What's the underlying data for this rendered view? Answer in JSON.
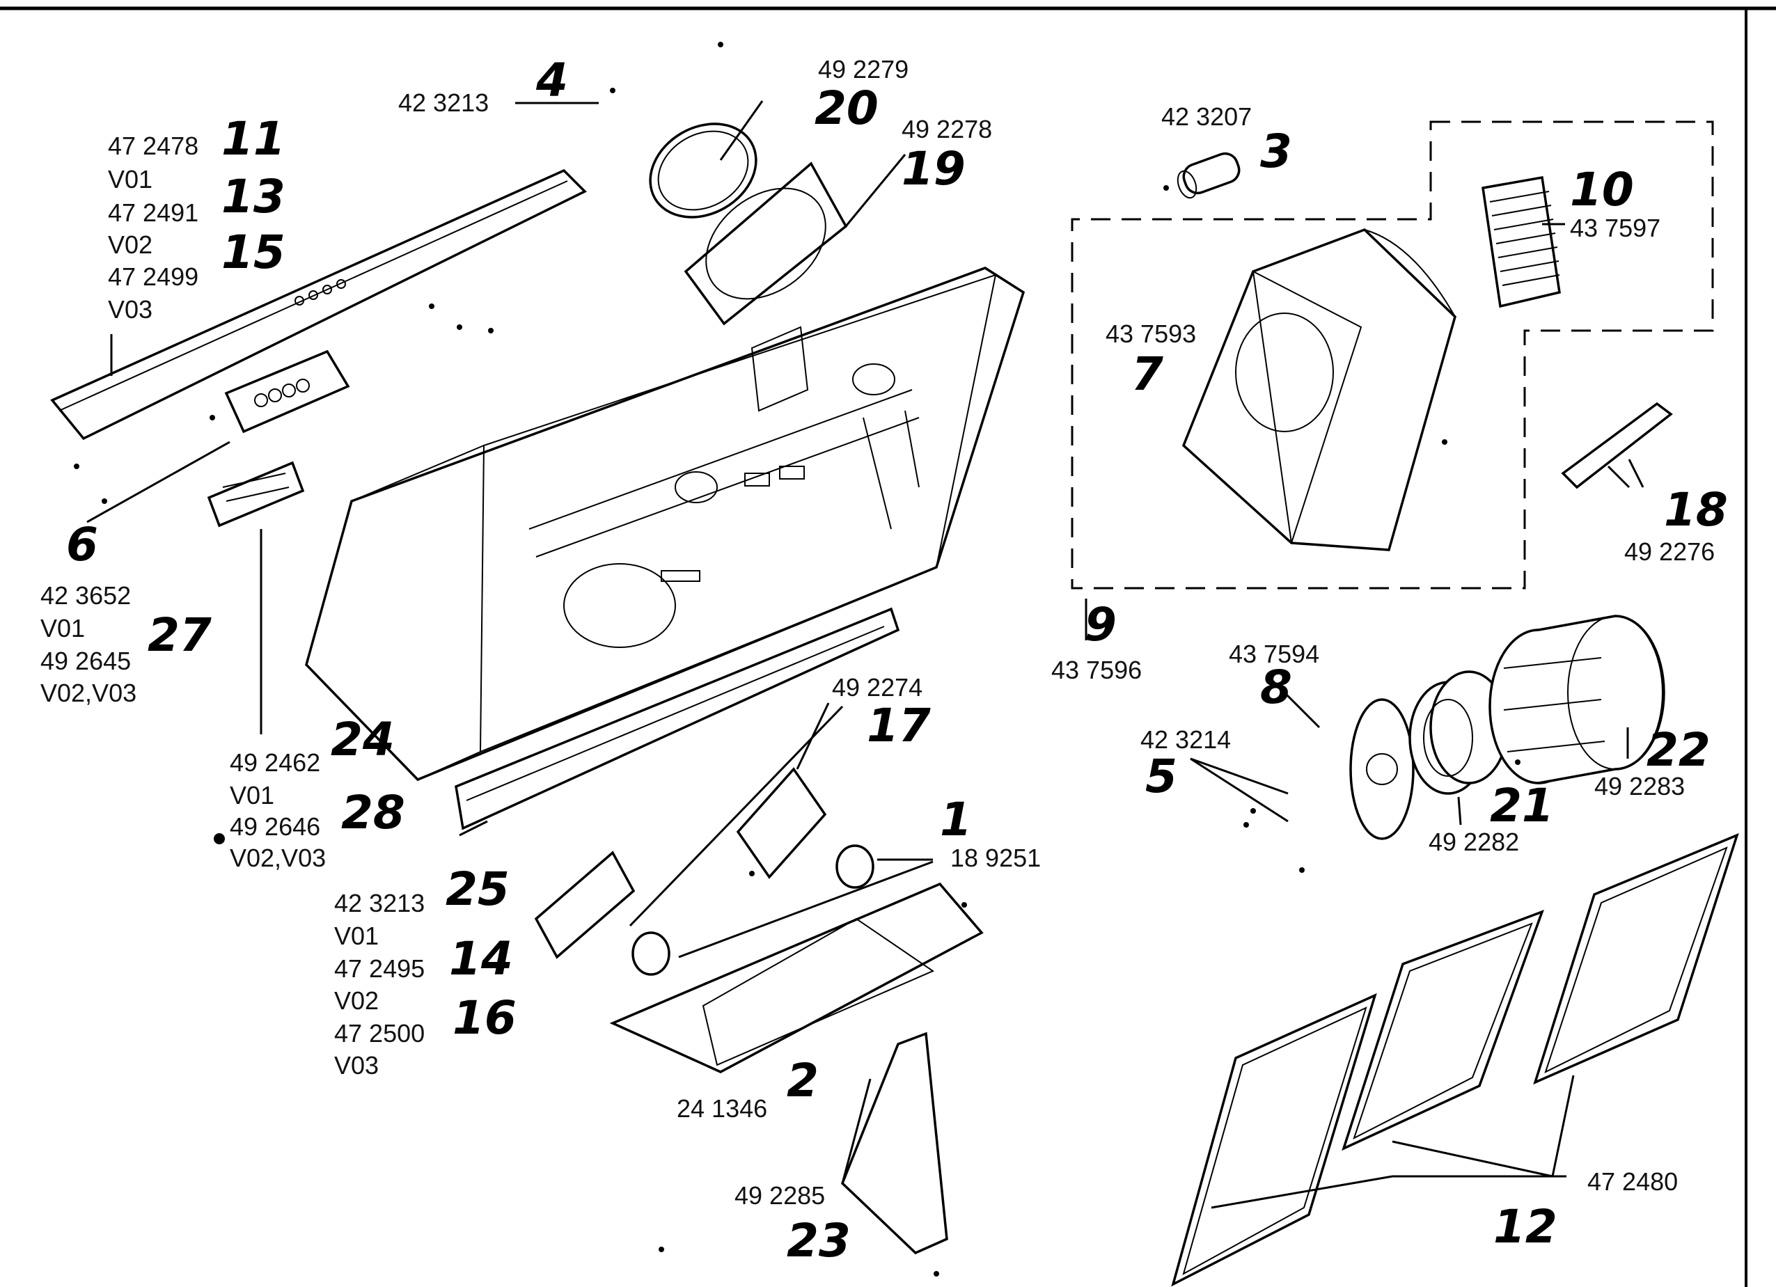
{
  "callouts": [
    {
      "id": "c1",
      "number": "1",
      "parts": [
        "18 9251"
      ]
    },
    {
      "id": "c2",
      "number": "2",
      "parts": [
        "24 1346"
      ]
    },
    {
      "id": "c3",
      "number": "3",
      "parts": [
        "42 3207"
      ]
    },
    {
      "id": "c4",
      "number": "4",
      "parts": [
        "42 3213"
      ]
    },
    {
      "id": "c5",
      "number": "5",
      "parts": [
        "42 3214"
      ]
    },
    {
      "id": "c6",
      "number": "6",
      "parts": [
        "42 3652",
        "V01",
        "49 2645",
        "V02,V03"
      ]
    },
    {
      "id": "c7",
      "number": "7",
      "parts": [
        "43 7593"
      ]
    },
    {
      "id": "c8",
      "number": "8",
      "parts": [
        "43 7594"
      ]
    },
    {
      "id": "c9",
      "number": "9",
      "parts": [
        "43 7596"
      ]
    },
    {
      "id": "c10",
      "number": "10",
      "parts": [
        "43 7597"
      ]
    },
    {
      "id": "c11",
      "number": "11",
      "parts": [
        "47 2478",
        "V01"
      ]
    },
    {
      "id": "c12",
      "number": "12",
      "parts": [
        "47 2480"
      ]
    },
    {
      "id": "c13",
      "number": "13",
      "parts": [
        "47 2491",
        "V02"
      ]
    },
    {
      "id": "c14",
      "number": "14",
      "parts": [
        "47 2495",
        "V02"
      ]
    },
    {
      "id": "c15",
      "number": "15",
      "parts": [
        "47 2499",
        "V03"
      ]
    },
    {
      "id": "c16",
      "number": "16",
      "parts": [
        "47 2500",
        "V03"
      ]
    },
    {
      "id": "c17",
      "number": "17",
      "parts": [
        "49 2274"
      ]
    },
    {
      "id": "c18",
      "number": "18",
      "parts": [
        "49 2276"
      ]
    },
    {
      "id": "c19",
      "number": "19",
      "parts": [
        "49 2278"
      ]
    },
    {
      "id": "c20",
      "number": "20",
      "parts": [
        "49 2279"
      ]
    },
    {
      "id": "c21",
      "number": "21",
      "parts": [
        "49 2282"
      ]
    },
    {
      "id": "c22",
      "number": "22",
      "parts": [
        "49 2283"
      ]
    },
    {
      "id": "c23",
      "number": "23",
      "parts": [
        "49 2285"
      ]
    },
    {
      "id": "c24",
      "number": "24",
      "parts": [
        "49 2462",
        "V01"
      ]
    },
    {
      "id": "c25",
      "number": "25",
      "parts": [
        "42 3213",
        "V01"
      ]
    },
    {
      "id": "c27",
      "number": "27",
      "parts": [
        "49 2645"
      ]
    },
    {
      "id": "c28",
      "number": "28",
      "parts": [
        "49 2646",
        "V02,V03"
      ]
    }
  ],
  "labels": {
    "p4": "42 3213",
    "p20": "49 2279",
    "p19": "49 2278",
    "p3": "42 3207",
    "p10": "43 7597",
    "p7": "43 7593",
    "p18": "49 2276",
    "p9": "43 7596",
    "p8": "43 7594",
    "p5": "42 3214",
    "p22": "49 2283",
    "p21": "49 2282",
    "p17": "49 2274",
    "p1": "18 9251",
    "p2": "24 1346",
    "p23": "49 2285",
    "p12": "47 2480",
    "p11a": "47 2478",
    "p11b": "V01",
    "p13a": "47 2491",
    "p13b": "V02",
    "p15a": "47 2499",
    "p15b": "V03",
    "p6a": "42 3652",
    "p6b": "V01",
    "p6c": "49 2645",
    "p6d": "V02,V03",
    "p24a": "49 2462",
    "p24b": "V01",
    "p28a": "49 2646",
    "p28b": "V02,V03",
    "p25a": "42 3213",
    "p25b": "V01",
    "p14a": "47 2495",
    "p14b": "V02",
    "p16a": "47 2500",
    "p16b": "V03"
  },
  "numbers": {
    "n1": "1",
    "n2": "2",
    "n3": "3",
    "n4": "4",
    "n5": "5",
    "n6": "6",
    "n7": "7",
    "n8": "8",
    "n9": "9",
    "n10": "10",
    "n11": "11",
    "n12": "12",
    "n13": "13",
    "n14": "14",
    "n15": "15",
    "n16": "16",
    "n17": "17",
    "n18": "18",
    "n19": "19",
    "n20": "20",
    "n21": "21",
    "n22": "22",
    "n23": "23",
    "n24": "24",
    "n25": "25",
    "n27": "27",
    "n28": "28"
  }
}
